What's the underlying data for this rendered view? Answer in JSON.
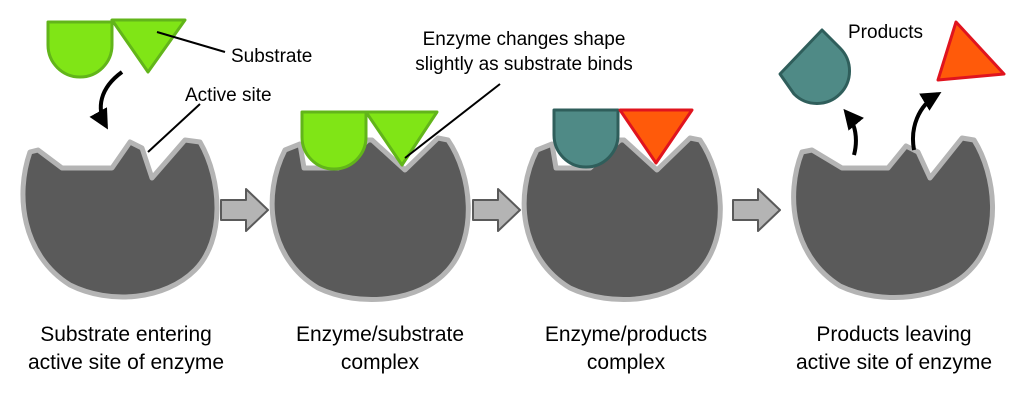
{
  "labels": {
    "substrate": "Substrate",
    "active_site": "Active site",
    "shape_change_line1": "Enzyme changes shape",
    "shape_change_line2": "slightly as substrate binds",
    "products": "Products"
  },
  "captions": [
    {
      "line1": "Substrate entering",
      "line2": "active site of enzyme"
    },
    {
      "line1": "Enzyme/substrate",
      "line2": "complex"
    },
    {
      "line1": "Enzyme/products",
      "line2": "complex"
    },
    {
      "line1": "Products leaving",
      "line2": "active site of enzyme"
    }
  ],
  "colors": {
    "enzyme_fill": "#5a5a5a",
    "enzyme_outline": "#b4b4b4",
    "substrate_fill": "#80e516",
    "substrate_outline": "#62b51a",
    "product_teal_fill": "#4f8a86",
    "product_teal_outline": "#2f5e5b",
    "product_red_fill": "#ff5a0a",
    "product_red_outline": "#e0141e",
    "step_arrow_fill": "#b4b4b4",
    "step_arrow_outline": "#5a5a5a"
  },
  "icons": [
    "enzyme-icon",
    "substrate-icon",
    "product-icon",
    "step-arrow-icon",
    "curved-arrow-icon"
  ]
}
